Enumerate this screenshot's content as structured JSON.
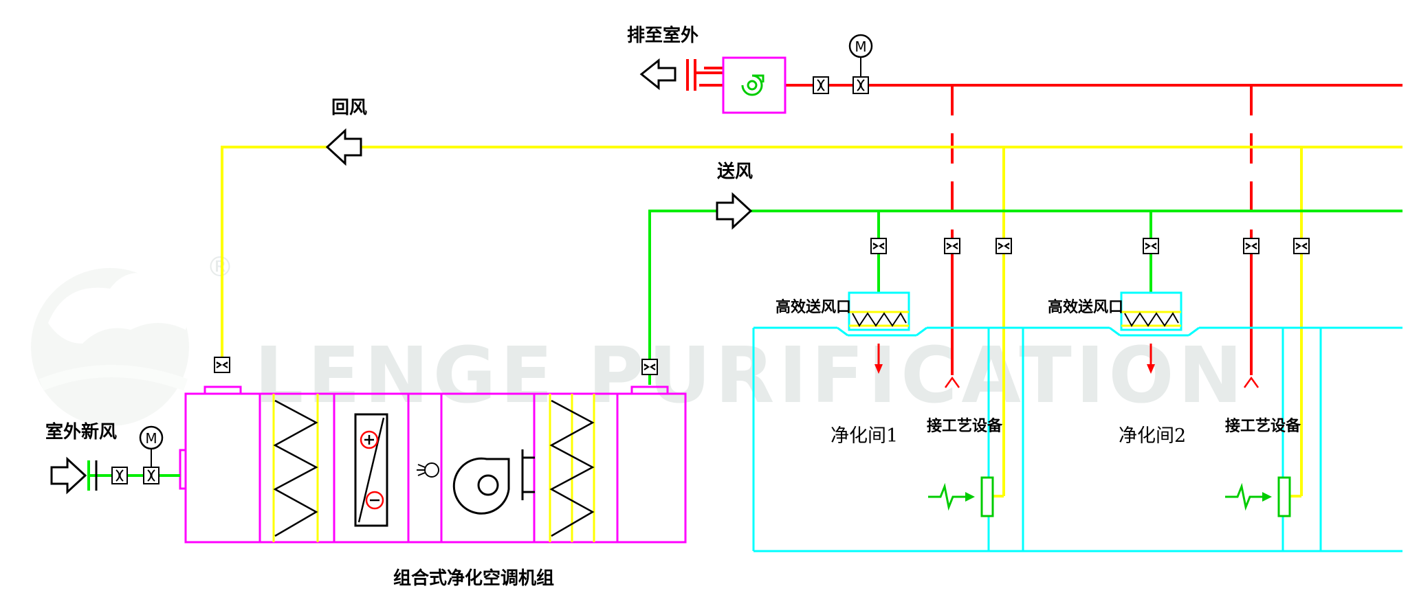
{
  "watermark": {
    "text": "LENGE PURIFICATION",
    "registered": "®"
  },
  "labels": {
    "exhaust_outdoor": "排至室外",
    "return_air": "回风",
    "supply_air": "送风",
    "fresh_air_outdoor": "室外新风",
    "ahu_title": "组合式净化空调机组",
    "hepa_outlet_1": "高效送风口",
    "hepa_outlet_2": "高效送风口",
    "process_equipment_1": "接工艺设备",
    "process_equipment_2": "接工艺设备",
    "cleanroom_1": "净化间1",
    "cleanroom_2": "净化间2",
    "motor_symbol": "M"
  },
  "colors": {
    "exhaust_line": "#ff0000",
    "return_line": "#ffff00",
    "supply_line": "#00ee00",
    "ahu_casing": "#ff00ff",
    "cleanroom_outline": "#00ffff",
    "filter_frame": "#ffff00"
  }
}
